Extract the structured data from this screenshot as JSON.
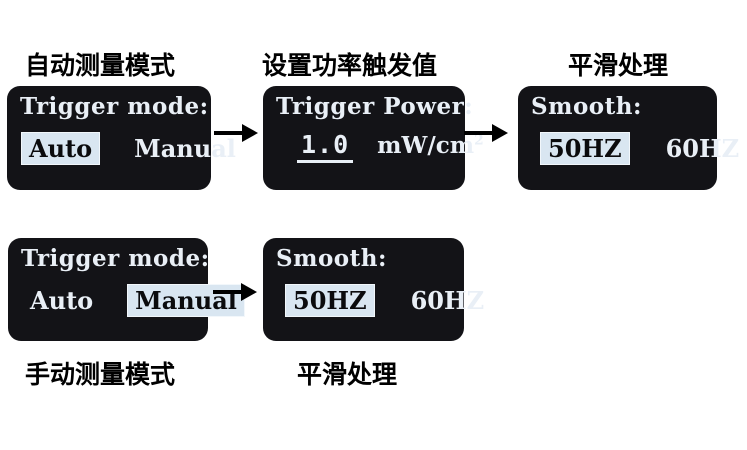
{
  "colors": {
    "page_bg": "#ffffff",
    "screen_bg": "#131317",
    "screen_text": "#e9eff6",
    "highlight_bg": "#d9e6f1",
    "highlight_text": "#0b0b0d",
    "arrow": "#000000",
    "label_text": "#000000"
  },
  "icons": {
    "arrow": "arrow-right-icon"
  },
  "top_row": {
    "label_auto": "自动测量模式",
    "label_power": "设置功率触发值",
    "label_smooth": "平滑处理",
    "trigger_mode": {
      "title": "Trigger mode:",
      "options": [
        {
          "text": "Auto",
          "selected": true
        },
        {
          "text": "Manual",
          "selected": false
        }
      ]
    },
    "trigger_power": {
      "title": "Trigger Power:",
      "value": "1.0",
      "unit_base": "mW/cm",
      "unit_exp": "2"
    },
    "smooth": {
      "title": "Smooth:",
      "options": [
        {
          "text": "50HZ",
          "selected": true
        },
        {
          "text": "60HZ",
          "selected": false
        }
      ]
    }
  },
  "bottom_row": {
    "label_manual": "手动测量模式",
    "label_smooth": "平滑处理",
    "trigger_mode": {
      "title": "Trigger mode:",
      "options": [
        {
          "text": "Auto",
          "selected": false
        },
        {
          "text": "Manual",
          "selected": true
        }
      ]
    },
    "smooth": {
      "title": "Smooth:",
      "options": [
        {
          "text": "50HZ",
          "selected": true
        },
        {
          "text": "60HZ",
          "selected": false
        }
      ]
    }
  }
}
